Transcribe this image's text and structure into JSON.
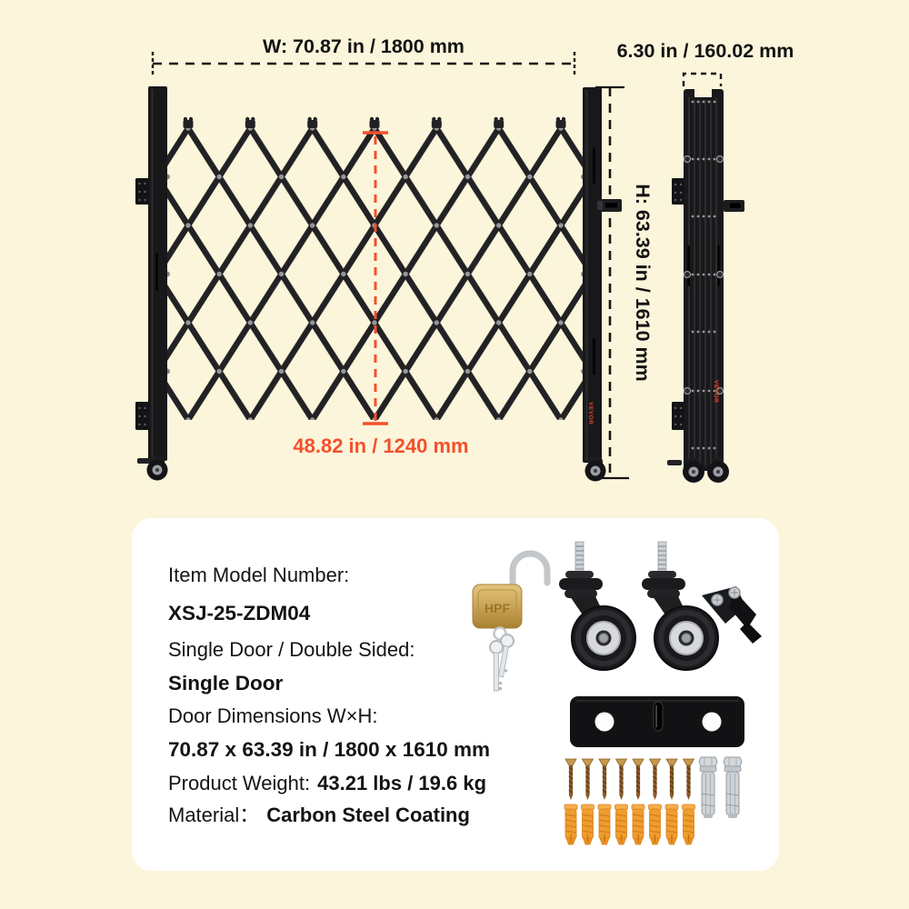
{
  "meta": {
    "page_bg": "#FBF5DB",
    "panel_bg": "#FFFFFF",
    "accent_orange": "#F4502B",
    "ink": "#131313",
    "gate_color": "#1E1E21"
  },
  "diagram": {
    "width_label": "W: 70.87 in / 1800 mm",
    "depth_label": "6.30 in / 160.02 mm",
    "height_label": "H: 63.39 in / 1610 mm",
    "inner_height_label": "48.82 in / 1240 mm",
    "brand_mark": "VEVOR"
  },
  "panel": {
    "specs": [
      {
        "label": "Item Model Number:",
        "value": "XSJ-25-ZDM04"
      },
      {
        "label": "Single Door / Double Sided:",
        "value": "Single Door"
      },
      {
        "label": "Door Dimensions W×H:",
        "value": "70.87 x 63.39 in / 1800 x 1610 mm"
      }
    ],
    "weight_label": "Product Weight:",
    "weight_value": "43.21 lbs / 19.6 kg",
    "material_label": "Material：",
    "material_value": "Carbon Steel Coating",
    "padlock_brand": "HPF"
  }
}
